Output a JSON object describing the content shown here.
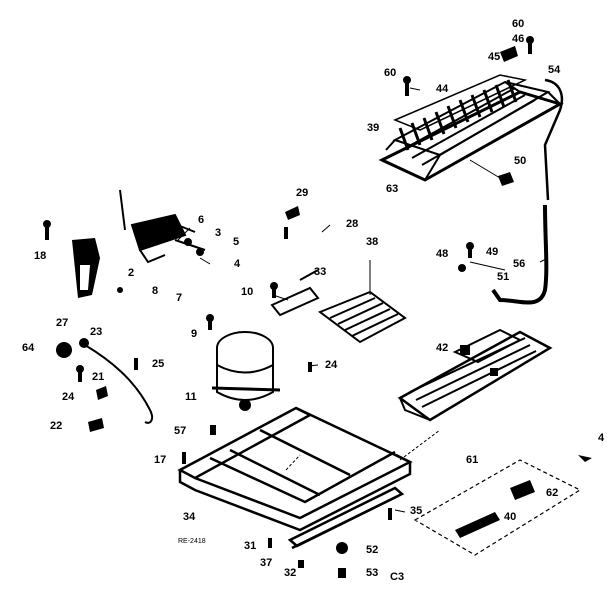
{
  "diagram": {
    "part_callouts": [
      "60",
      "46",
      "45",
      "54",
      "60",
      "44",
      "39",
      "63",
      "50",
      "29",
      "28",
      "6",
      "3",
      "5",
      "4",
      "2",
      "8",
      "7",
      "18",
      "27",
      "38",
      "33",
      "10",
      "9",
      "24",
      "11",
      "57",
      "17",
      "34",
      "64",
      "23",
      "25",
      "21",
      "24",
      "22",
      "48",
      "49",
      "51",
      "56",
      "42",
      "61",
      "62",
      "40",
      "35",
      "52",
      "53",
      "31",
      "37",
      "32",
      "4"
    ],
    "corner_text": "C3",
    "drawing_number": "RE-2418"
  }
}
